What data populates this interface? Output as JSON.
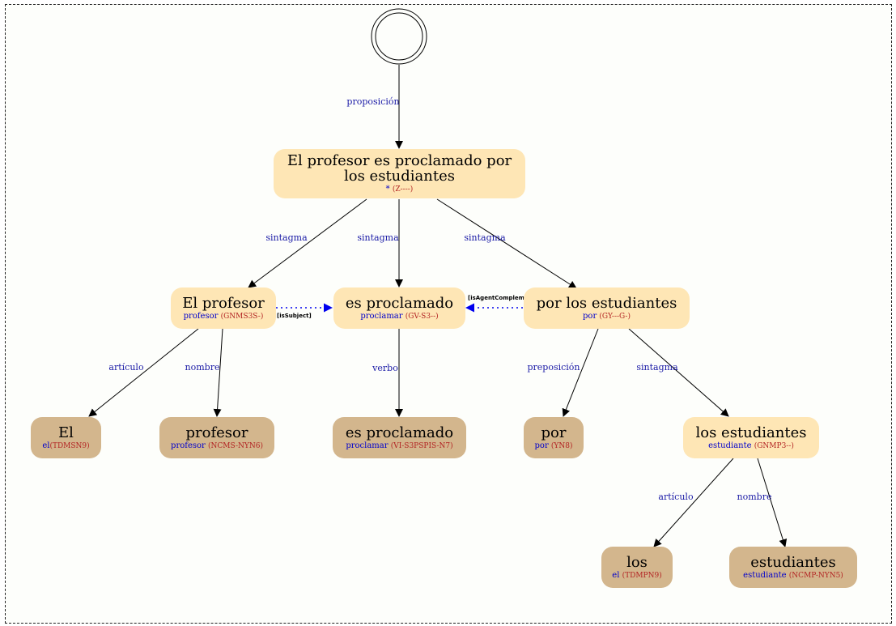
{
  "nodes": {
    "root": {
      "text": "El profesor es proclamado por los estudiantes",
      "lemma": "*",
      "tag": "(Z----)"
    },
    "el_profesor": {
      "text": "El profesor",
      "lemma": "profesor",
      "tag": "(GNMS3S-)"
    },
    "es_proclamado": {
      "text": "es proclamado",
      "lemma": "proclamar",
      "tag": "(GV-S3--)"
    },
    "por_los_estudiantes": {
      "text": "por los estudiantes",
      "lemma": "por",
      "tag": "(GY---G-)"
    },
    "el": {
      "text": "El",
      "lemma": "el",
      "tag": "(TDMSN9)"
    },
    "profesor": {
      "text": "profesor",
      "lemma": "profesor",
      "tag": "(NCMS-NYN6)"
    },
    "es_proclamado_leaf": {
      "text": "es proclamado",
      "lemma": "proclamar",
      "tag": "(VI-S3PSPIS-N7)"
    },
    "por": {
      "text": "por",
      "lemma": "por",
      "tag": "(YN8)"
    },
    "los_estudiantes": {
      "text": "los estudiantes",
      "lemma": "estudiante",
      "tag": "(GNMP3--)"
    },
    "los": {
      "text": "los",
      "lemma": "el",
      "tag": "(TDMPN9)"
    },
    "estudiantes": {
      "text": "estudiantes",
      "lemma": "estudiante",
      "tag": "(NCMP-NYN5)"
    }
  },
  "edge_labels": {
    "proposicion": "proposición",
    "sintagma": "sintagma",
    "articulo": "artículo",
    "nombre": "nombre",
    "verbo": "verbo",
    "preposicion": "preposición"
  },
  "relations": {
    "is_subject": "[isSubject]",
    "is_agent_complement": "[isAgentComplement]"
  },
  "colors": {
    "phrase_fill": "#fee6b5",
    "leaf_fill": "#d3b68d",
    "edge_label": "#1a1aa6",
    "relation_edge": "#0000ee"
  }
}
